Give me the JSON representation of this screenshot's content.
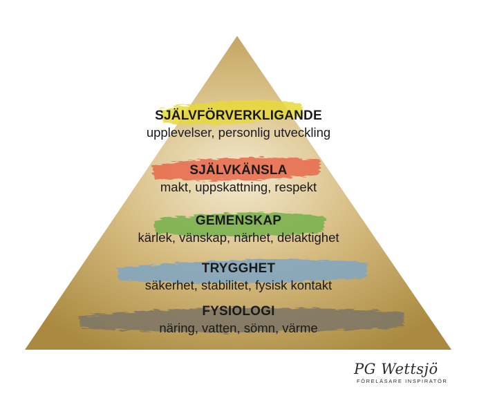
{
  "pyramid": {
    "levels": [
      {
        "title": "SJÄLVFÖRVERKLIGANDE",
        "description": "upplevelser, personlig utveckling",
        "color": "#e8d93a"
      },
      {
        "title": "SJÄLVKÄNSLA",
        "description": "makt, uppskattning, respekt",
        "color": "#e8684a"
      },
      {
        "title": "GEMENSKAP",
        "description": "kärlek, vänskap, närhet, delaktighet",
        "color": "#74b04a"
      },
      {
        "title": "TRYGGHET",
        "description": "säkerhet, stabilitet, fysisk kontakt",
        "color": "#7fa6c4"
      },
      {
        "title": "FYSIOLOGI",
        "description": "näring, vatten, sömn, värme",
        "color": "#7d7566"
      }
    ],
    "fill_color": "#b89a55"
  },
  "brand": {
    "signature": "PG Wettsjö",
    "tagline": "FÖRELÄSARE INSPIRATÖR"
  }
}
